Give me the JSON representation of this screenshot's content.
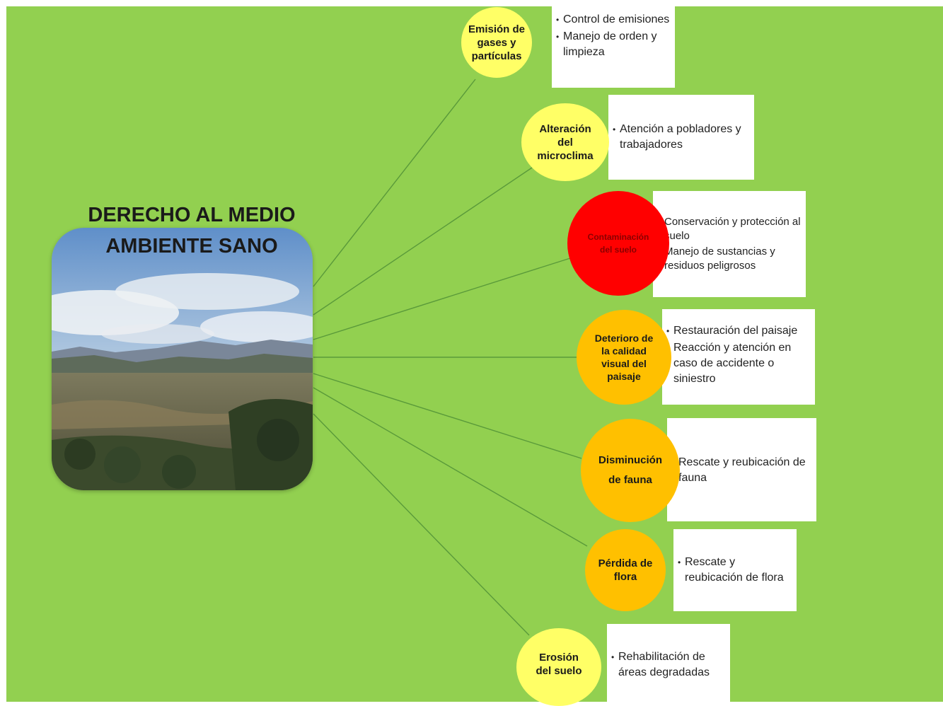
{
  "title": {
    "line1": "DERECHO AL MEDIO",
    "line2": "AMBIENTE SANO"
  },
  "photo": {
    "icon": "landscape-photo"
  },
  "colors": {
    "background": "#92d050",
    "yellow": "#ffff66",
    "orange": "#ffc000",
    "red": "#ff0000",
    "line": "#5a9a3a"
  },
  "impacts": [
    {
      "label_lines": [
        "Emisión de",
        "gases y",
        "partículas"
      ],
      "actions": [
        "Control de emisiones",
        "Manejo de orden y limpieza"
      ]
    },
    {
      "label_lines": [
        "Alteración",
        "del",
        "microclima"
      ],
      "actions": [
        "Atención a pobladores y trabajadores"
      ]
    },
    {
      "label_lines": [
        "Contaminación",
        "del suelo"
      ],
      "actions": [
        "Conservación y protección al suelo",
        "Manejo de sustancias y residuos peligrosos"
      ]
    },
    {
      "label_lines": [
        "Deterioro de",
        "la calidad",
        "visual del",
        "paisaje"
      ],
      "actions": [
        "Restauración del paisaje",
        "Reacción y atención en caso de accidente o siniestro"
      ]
    },
    {
      "label_lines": [
        "Disminución",
        "de fauna"
      ],
      "actions": [
        "Rescate y reubicación de fauna"
      ]
    },
    {
      "label_lines": [
        "Pérdida de",
        "flora"
      ],
      "actions": [
        "Rescate y reubicación de flora"
      ]
    },
    {
      "label_lines": [
        "Erosión",
        "del suelo"
      ],
      "actions": [
        "Rehabilitación de áreas degradadas"
      ]
    }
  ]
}
